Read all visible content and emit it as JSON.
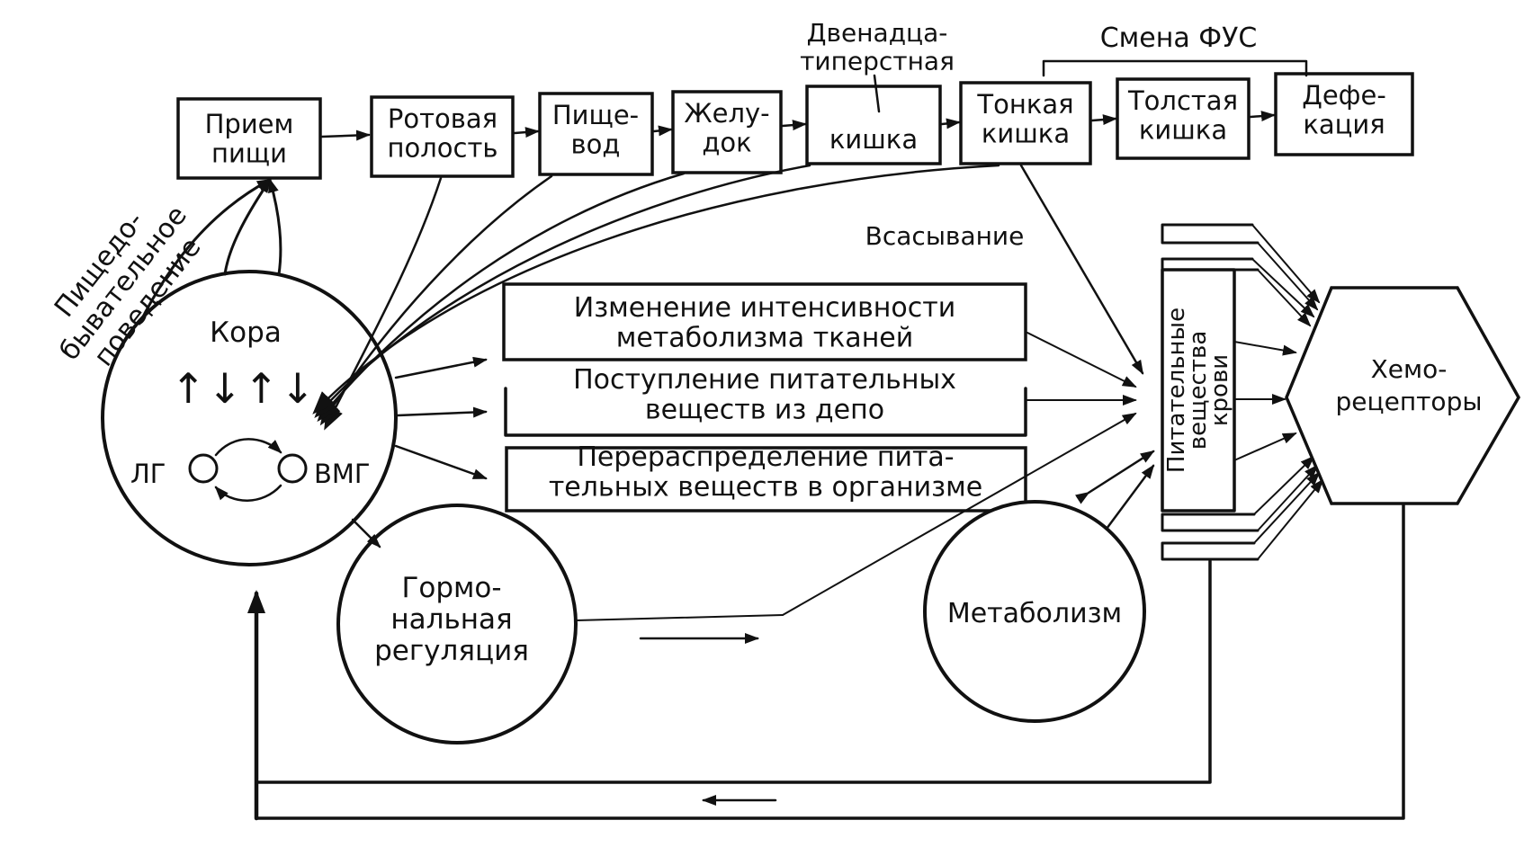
{
  "colors": {
    "ink": "#111111",
    "paper": "#ffffff"
  },
  "labels": {
    "duodenum_title": "Двенадца-\nтиперстная",
    "fus_change": "Смена ФУС",
    "absorption": "Всасывание",
    "feeding_behavior": "Пищедо-\nбывательное\nповедение",
    "cortex": "Кора",
    "cortex_arrows": "↑↓↑↓",
    "lh": "ЛГ",
    "vmh": "ВМГ"
  },
  "digestive_chain": [
    {
      "id": "food-intake",
      "text": "Прием\nпищи"
    },
    {
      "id": "oral-cavity",
      "text": "Ротовая\nполость"
    },
    {
      "id": "esophagus",
      "text": "Пище-\nвод"
    },
    {
      "id": "stomach",
      "text": "Желу-\nдок"
    },
    {
      "id": "duodenum",
      "text": "кишка"
    },
    {
      "id": "small-intestine",
      "text": "Тонкая\nкишка"
    },
    {
      "id": "large-intestine",
      "text": "Толстая\nкишка"
    },
    {
      "id": "defecation",
      "text": "Дефе-\nкация"
    }
  ],
  "metabolic_boxes": [
    {
      "id": "tissue-metabolism",
      "text": "Изменение интенсивности\nметаболизма тканей"
    },
    {
      "id": "depot-supply",
      "text": "Поступление питательных\nвеществ из депо"
    },
    {
      "id": "redistribution",
      "text": "Перераспределение пита-\nтельных веществ в организме"
    }
  ],
  "nodes": {
    "hormonal": "Гормо-\nнальная\nрегуляция",
    "metabolism": "Метаболизм",
    "blood_nutrients": "Питательные\nвещества\nкрови",
    "chemoreceptors": "Хемо-\nрецепторы"
  }
}
